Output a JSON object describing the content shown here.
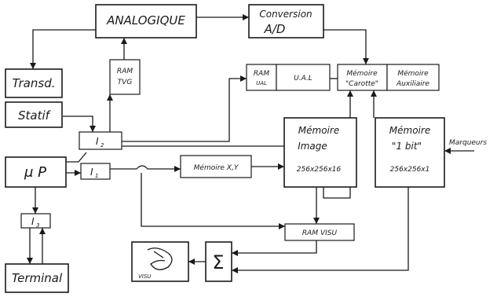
{
  "blocks": {
    "analogique": "ANALOGIQUE",
    "conversion_line1": "Conversion",
    "conversion_line2": "A/D",
    "transd": "Transd.",
    "ram_tvg_line1": "RAM",
    "ram_tvg_line2": "TVG",
    "statif": "Statif",
    "ram_ual_line1": "RAM",
    "ram_ual_line2": "UAL",
    "ual": "U.A.L",
    "mem_carotte_line1": "Mémoire",
    "mem_carotte_line2": "\"Carotte\"",
    "mem_aux_line1": "Mémoire",
    "mem_aux_line2": "Auxiliaire",
    "i2": "I",
    "i2_sub": "2",
    "mem_image_line1": "Mémoire",
    "mem_image_line2": "Image",
    "mem_image_dims": "256x256x16",
    "mem_1bit_line1": "Mémoire",
    "mem_1bit_line2": "\"1 bit\"",
    "mem_1bit_dims": "256x256x1",
    "marqueurs": "Marqueurs",
    "up": "μ P",
    "i1": "I",
    "i1_sub": "1",
    "mem_xy": "Mémoire X,Y",
    "i3": "I",
    "i3_sub": "3",
    "ram_visu": "RAM VISU",
    "visu": "VISU",
    "sigma": "Σ",
    "terminal": "Terminal"
  }
}
